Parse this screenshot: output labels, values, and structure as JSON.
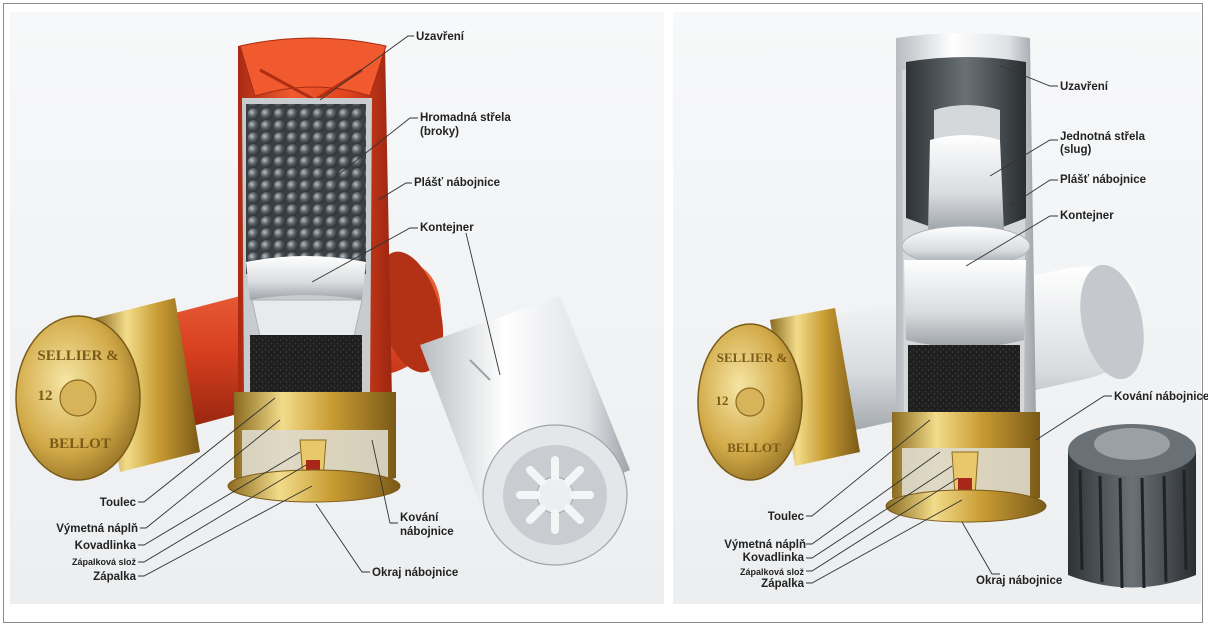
{
  "left_panel": {
    "labels": {
      "uzavreni": "Uzavření",
      "hromadna_1": "Hromadná střela",
      "hromadna_2": "(broky)",
      "plast": "Plášť nábojnice",
      "kontejner": "Kontejner",
      "toulec": "Toulec",
      "vymetna": "Výmetná náplň",
      "kovadlinka": "Kovadlinka",
      "zapalkova": "Zápalková slož",
      "zapalka": "Zápalka",
      "kovani_1": "Kování",
      "kovani_2": "nábojnice",
      "okraj": "Okraj nábojnice"
    },
    "head_stamp_top": "SELLIER &",
    "head_stamp_bottom": "BELLOT",
    "head_stamp_gauge": "12"
  },
  "right_panel": {
    "labels": {
      "uzavreni": "Uzavření",
      "jednotna_1": "Jednotná střela",
      "jednotna_2": "(slug)",
      "plast": "Plášť nábojnice",
      "kontejner": "Kontejner",
      "kovani": "Kování nábojnice",
      "toulec": "Toulec",
      "vymetna": "Výmetná náplň",
      "kovadlinka": "Kovadlinka",
      "zapalkova": "Zápalková slož",
      "zapalka": "Zápalka",
      "okraj": "Okraj nábojnice"
    },
    "head_stamp_top": "SELLIER &",
    "head_stamp_bottom": "BELLOT",
    "head_stamp_gauge": "12"
  },
  "colors": {
    "shell_red": "#d9401f",
    "shell_white": "#e8eaec",
    "brass": "#c9a23c",
    "shot": "#4a4f52",
    "powder": "#1e1e1e",
    "panel_bg": "#f3f4f5"
  }
}
